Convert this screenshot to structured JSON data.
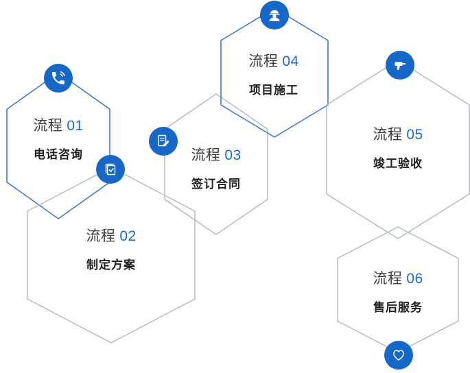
{
  "diagram": {
    "type": "process-flow",
    "steps": [
      {
        "label": "流程",
        "number": "01",
        "subtitle": "电话咨询",
        "icon": "phone-icon"
      },
      {
        "label": "流程",
        "number": "02",
        "subtitle": "制定方案",
        "icon": "checklist-icon"
      },
      {
        "label": "流程",
        "number": "03",
        "subtitle": "签订合同",
        "icon": "contract-pen-icon"
      },
      {
        "label": "流程",
        "number": "04",
        "subtitle": "项目施工",
        "icon": "construction-worker-icon"
      },
      {
        "label": "流程",
        "number": "05",
        "subtitle": "竣工验收",
        "icon": "drill-icon"
      },
      {
        "label": "流程",
        "number": "06",
        "subtitle": "售后服务",
        "icon": "heart-service-icon"
      }
    ]
  },
  "colors": {
    "accent_blue": "#1a6bd0",
    "icon_badge_bg": "#1568ca",
    "hex_border_blue": "#3a74d2",
    "hex_border_gray": "#b4bcc6",
    "title_text": "#3d3d3d",
    "subtitle_text": "#1f1f1f"
  }
}
